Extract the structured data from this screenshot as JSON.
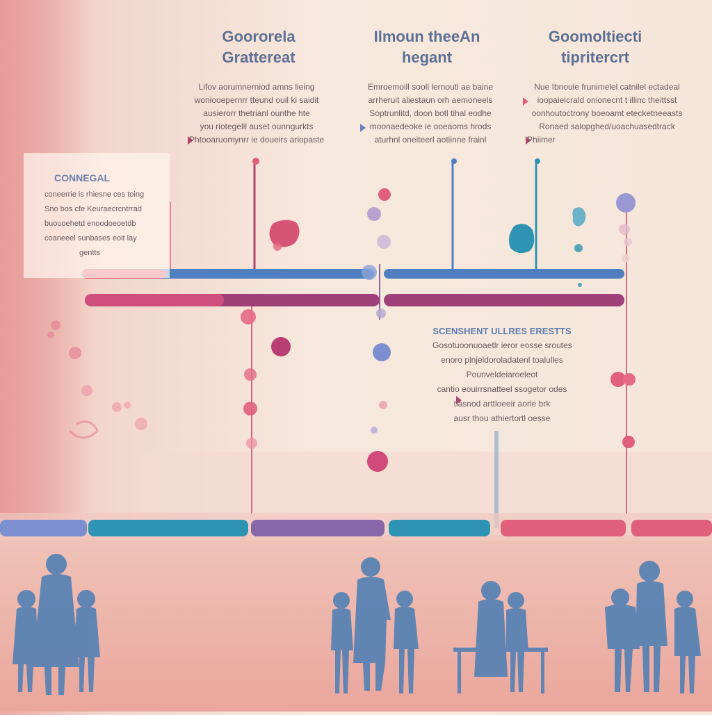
{
  "columns": [
    {
      "heading": [
        "Goororela",
        "Grattereat"
      ],
      "paragraph": [
        "Lifov aorumnerniod amns lieing",
        "woniooepernrr tteund ouil ki saidit",
        "ausierorr thetrianl ounthe hte",
        "you riotegelil auset ounngurkts",
        "Phtooaruomynrr ie doueirs ariopaste"
      ]
    },
    {
      "heading": [
        "Ilmoun theeAn",
        "hegant"
      ],
      "paragraph": [
        "Emroemoill sooll lernoutl ae baine",
        "arrheruit aliestaun orh aemoneels",
        "Soptrunlitd, doon botl tihal eodhe",
        "moonaedeoke ie ooeaoms hrods",
        "aturhnl oneiteerl aotiinne frainl"
      ]
    },
    {
      "heading": [
        "Goomoltiecti",
        "tipritercrt"
      ],
      "paragraph": [
        "Nue Ibnoule frunimelel catnilel ectadeal",
        "ioopaieicrald onionecnt t illinc theittsst",
        "oonhoutoctrony boeoamt etecketneeasts",
        "Ronaed salopghed/uoachuasedtrack",
        "Phiimer"
      ]
    }
  ],
  "note_panel": {
    "title": "CONNEGAL",
    "lines": [
      "coneerrie is rhiesne ces toing",
      "Sno bos cfe Keuraecrcntrrad",
      "buouoehetd enoodoeoetdb",
      "coaneeel sunbases eoit lay",
      "gentts"
    ]
  },
  "callout": {
    "title": "SCENSHENT ULLRES ERESTTS",
    "lines": [
      "Gosotuoonuoaetlr ieror eosse sroutes",
      "enoro plnjeldoroladatenl toalulles",
      "Pounveldeiaroeleot",
      "cantio eouirrsnatteel ssogetor odes",
      "tiasnod arttloeeir aorle brk",
      "ausr thou athiertortl oesse"
    ]
  },
  "colors": {
    "blue": "#4f7fbf",
    "magenta": "#a0407a",
    "pink": "#e0607c",
    "teal": "#2f94b4",
    "purple": "#8a66a8",
    "silhouette": "#4e7fb5"
  }
}
